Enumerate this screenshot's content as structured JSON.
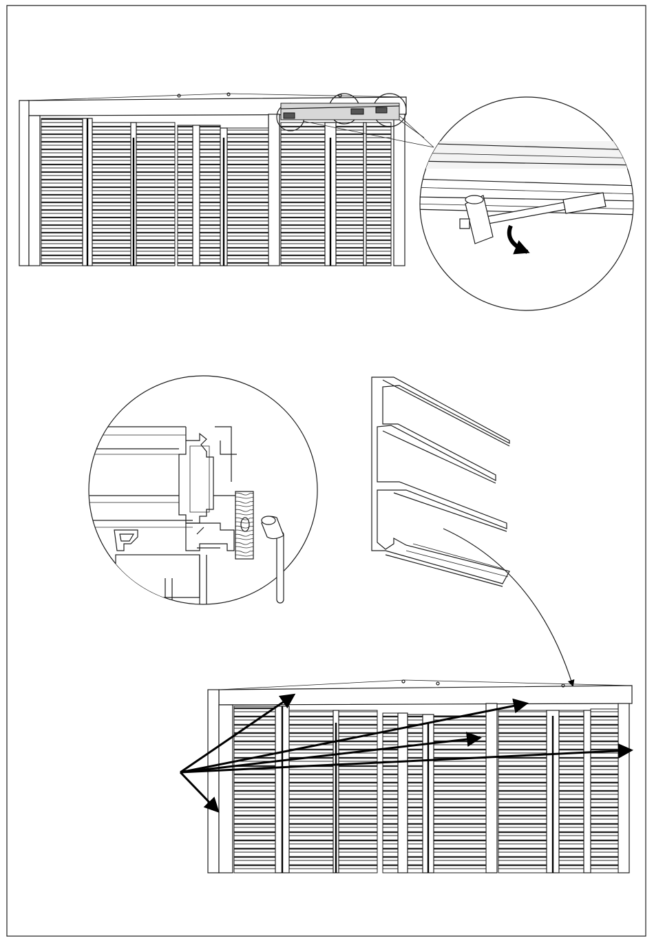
{
  "illustration": {
    "kind": "assembly-instruction-step",
    "panels": [
      {
        "id": "top-shutter-view",
        "icon": "shutter-cabinet-icon"
      },
      {
        "id": "top-detail-circle",
        "icon": "mallet-icon"
      },
      {
        "id": "profile-section-circle",
        "icon": "profile-section-icon"
      },
      {
        "id": "profile-rail-view",
        "icon": "rail-profile-icon"
      },
      {
        "id": "bottom-shutter-view",
        "icon": "shutter-cabinet-icon"
      }
    ],
    "colors": {
      "line": "#1a1a1a",
      "background": "#ffffff",
      "shade": "#d8d8d8",
      "arrow": "#000000"
    }
  }
}
